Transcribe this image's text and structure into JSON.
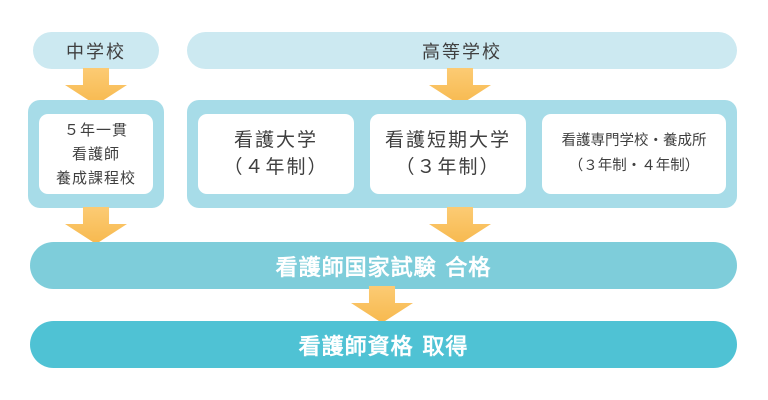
{
  "palette": {
    "pill_blue": "#cce9f1",
    "container_blue": "#a7dce8",
    "exam_bar_teal": "#7ecdda",
    "license_bar_teal": "#4fc2d4",
    "arrow_orange_top": "#fccb74",
    "arrow_orange_bottom": "#f7b94f",
    "text_dark": "#3f3f3f",
    "text_white": "#ffffff"
  },
  "nodes": {
    "junior_high_school": "中学校",
    "high_school": "高等学校",
    "five_year_course": [
      "５年一貫",
      "看護師",
      "養成課程校"
    ],
    "nursing_university": [
      "看護大学",
      "（４年制）"
    ],
    "nursing_junior_college": [
      "看護短期大学",
      "（３年制）"
    ],
    "nursing_vocational_school": [
      "看護専門学校・養成所",
      "（３年制・４年制）"
    ]
  },
  "bars": {
    "national_exam": "看護師国家試験 合格",
    "license": "看護師資格 取得"
  },
  "icons": {
    "arrow": "down-arrow"
  }
}
